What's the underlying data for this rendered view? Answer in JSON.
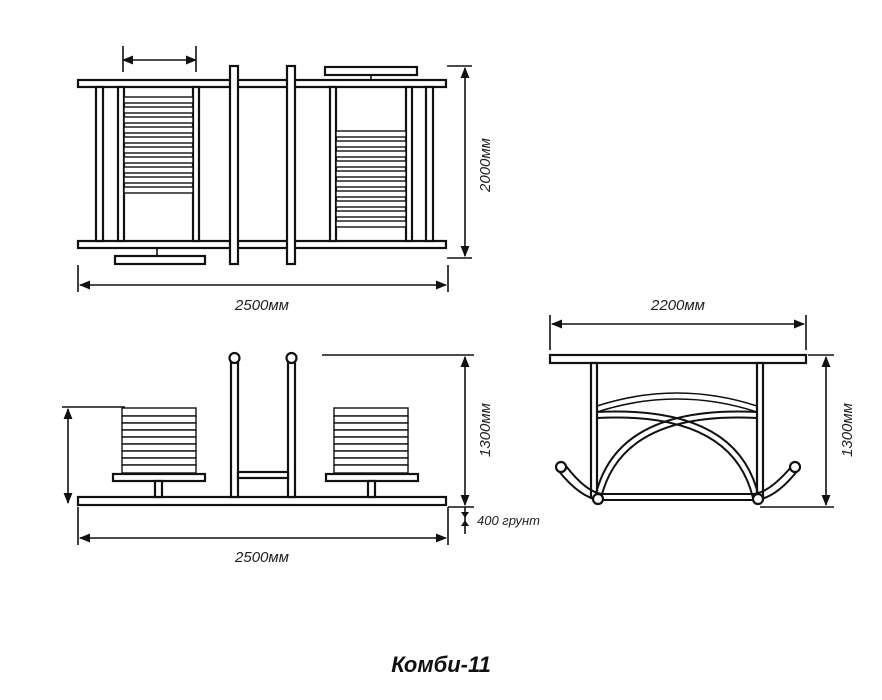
{
  "title": "Комби-11",
  "top_view": {
    "width_label": "2500мм",
    "depth_label": "2000мм"
  },
  "side_view": {
    "width_label": "2500мм",
    "height_label": "1300мм",
    "ground_label": "400 грунт"
  },
  "end_view": {
    "width_label": "2200мм",
    "height_label": "1300мм"
  }
}
